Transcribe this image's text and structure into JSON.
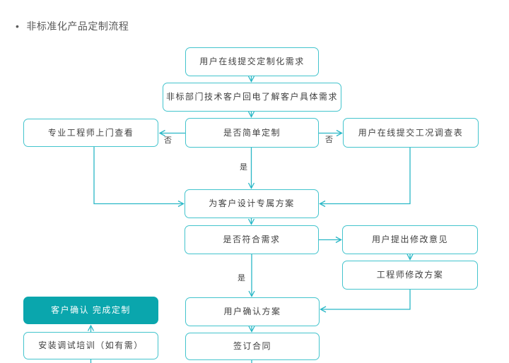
{
  "title": {
    "bullet": "•",
    "text": "非标准化产品定制流程"
  },
  "flowchart": {
    "nodes": {
      "submit_demand": {
        "label": "用户在线提交定制化需求"
      },
      "callback": {
        "label": "非标部门技术客户回电了解客户具体需求"
      },
      "simple_decision": {
        "label": "是否简单定制"
      },
      "engineer_visit": {
        "label": "专业工程师上门查看"
      },
      "survey": {
        "label": "用户在线提交工况调查表"
      },
      "design_plan": {
        "label": "为客户设计专属方案"
      },
      "meets_decision": {
        "label": "是否符合需求"
      },
      "feedback": {
        "label": "用户提出修改意见"
      },
      "revise_plan": {
        "label": "工程师修改方案"
      },
      "confirm_complete": {
        "label": "客户确认 完成定制"
      },
      "confirm_plan": {
        "label": "用户确认方案"
      },
      "install_training": {
        "label": "安装调试培训（如有需）"
      },
      "sign_contract": {
        "label": "签订合同"
      }
    },
    "edge_labels": {
      "no_left": "否",
      "no_right": "否",
      "yes_mid": "是",
      "yes_lower": "是"
    },
    "colors": {
      "connector_line": "#29b7c6",
      "box_border": "#43c4cd",
      "filled_box_background": "#0aa6ad",
      "filled_box_text": "#ffffff",
      "node_text": "#3f3f3f",
      "title_text": "#595959",
      "background": "#ffffff"
    }
  }
}
